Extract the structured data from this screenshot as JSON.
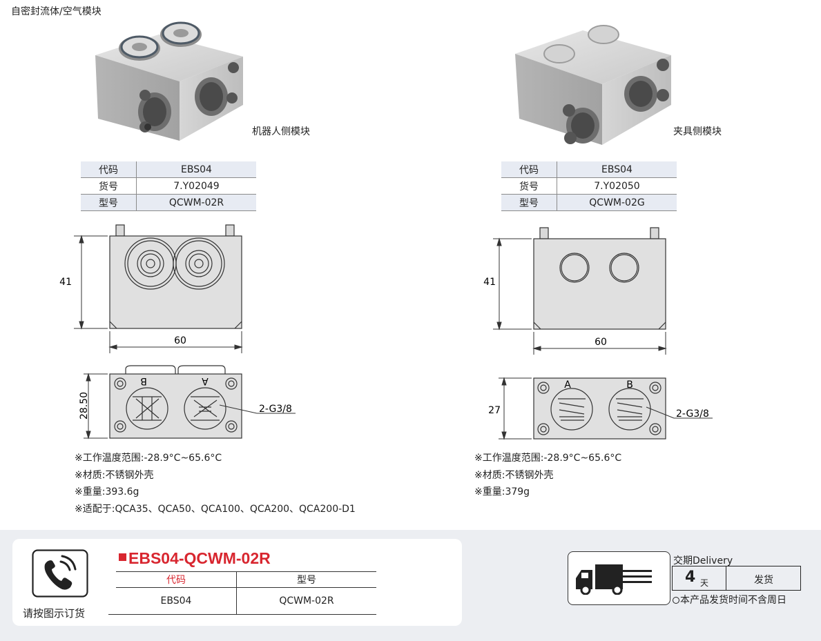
{
  "page_title": "自密封流体/空气模块",
  "left": {
    "label": "机器人侧模块",
    "spec": [
      {
        "key": "代码",
        "value": "EBS04"
      },
      {
        "key": "货号",
        "value": "7.Y02049"
      },
      {
        "key": "型号",
        "value": "QCWM-02R"
      }
    ],
    "dims": {
      "height": "41",
      "width": "60",
      "depth": "28.50",
      "port": "2-G3/8",
      "port_a": "A",
      "port_b": "B"
    },
    "notes": [
      "※工作温度范围:-28.9°C~65.6°C",
      "※材质:不锈钢外壳",
      "※重量:393.6g",
      "※适配于:QCA35、QCA50、QCA100、QCA200、QCA200-D1"
    ]
  },
  "right": {
    "label": "夹具侧模块",
    "spec": [
      {
        "key": "代码",
        "value": "EBS04"
      },
      {
        "key": "货号",
        "value": "7.Y02050"
      },
      {
        "key": "型号",
        "value": "QCWM-02G"
      }
    ],
    "dims": {
      "height": "41",
      "width": "60",
      "depth": "27",
      "port": "2-G3/8",
      "port_a": "A",
      "port_b": "B"
    },
    "notes": [
      "※工作温度范围:-28.9°C~65.6°C",
      "※材质:不锈钢外壳",
      "※重量:379g"
    ]
  },
  "order": {
    "code": "EBS04-QCWM-02R",
    "headers": [
      "代码",
      "型号"
    ],
    "values": [
      "EBS04",
      "QCWM-02R"
    ],
    "hint": "请按图示订货"
  },
  "delivery": {
    "title": "交期Delivery",
    "days": "4",
    "unit": "天",
    "action": "发货",
    "note": "本产品发货时间不含周日"
  },
  "colors": {
    "accent": "#d8262f",
    "table_shade": "#e7ebf3",
    "footer_bg": "#eceef2"
  },
  "icons": [
    "phone-icon",
    "truck-icon"
  ]
}
